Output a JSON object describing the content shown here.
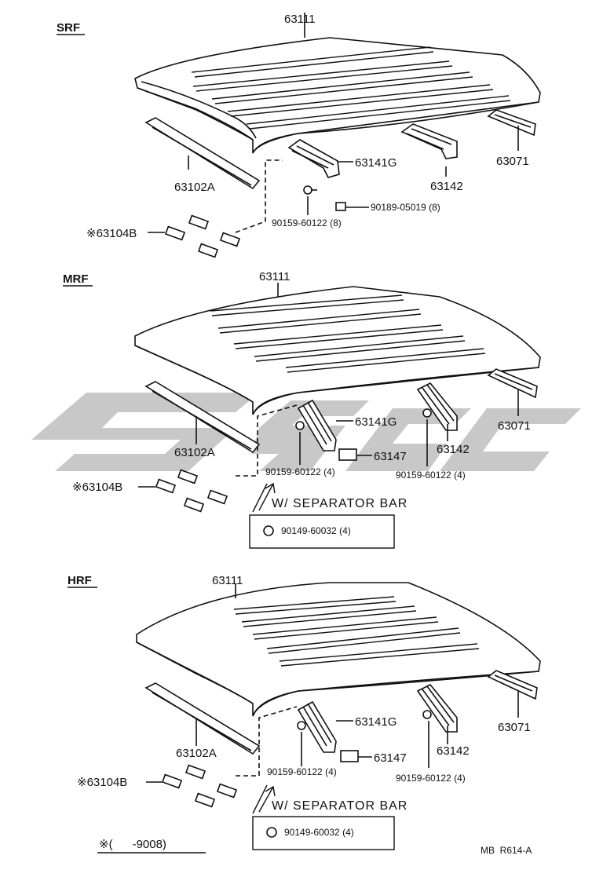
{
  "sections": [
    {
      "name": "SRF",
      "parts": {
        "roof": "63111",
        "rail": "63102A",
        "pad": "※63104B",
        "bow_front": "63141G",
        "bow_rear": "63142",
        "bracket_rear": "63071",
        "bolt_a": "90159-60122 (8)",
        "nut_b": "90189-05019 (8)"
      }
    },
    {
      "name": "MRF",
      "parts": {
        "roof": "63111",
        "rail": "63102A",
        "pad": "※63104B",
        "bow_front": "63141G",
        "bow_rear": "63142",
        "bracket_rear": "63071",
        "bracket_mid": "63147",
        "bolt_a": "90159-60122 (4)",
        "bolt_b": "90159-60122 (4)"
      },
      "separator_label": "W/ SEPARATOR BAR",
      "separator_part": "90149-60032 (4)"
    },
    {
      "name": "HRF",
      "parts": {
        "roof": "63111",
        "rail": "63102A",
        "pad": "※63104B",
        "bow_front": "63141G",
        "bow_rear": "63142",
        "bracket_rear": "63071",
        "bracket_mid": "63147",
        "bolt_a": "90159-60122 (4)",
        "bolt_b": "90159-60122 (4)"
      },
      "separator_label": "W/ SEPARATOR BAR",
      "separator_part": "90149-60032 (4)"
    }
  ],
  "footnote": "※(      -9008)",
  "ref_code": "MB  R614-A",
  "colors": {
    "line": "#111111",
    "watermark": "#c8c8c8"
  }
}
